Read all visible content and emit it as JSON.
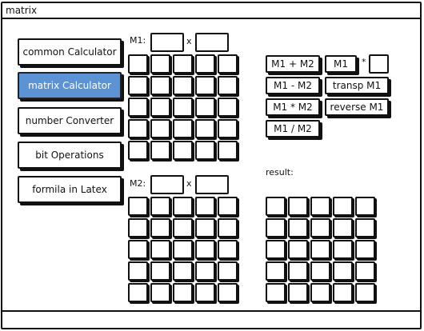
{
  "window": {
    "title": "matrix"
  },
  "nav": [
    {
      "label": "common Calculator",
      "active": false
    },
    {
      "label": "matrix Calculator",
      "active": true
    },
    {
      "label": "number Converter",
      "active": false
    },
    {
      "label": "bit Operations",
      "active": false
    },
    {
      "label": "formila in Latex",
      "active": false
    }
  ],
  "matrix1": {
    "label": "M1:",
    "times": "x",
    "rows_value": "",
    "cols_value": ""
  },
  "matrix2": {
    "label": "M2:",
    "times": "x",
    "rows_value": "",
    "cols_value": ""
  },
  "operations": {
    "add": "M1 + M2",
    "scalar_m1": "M1",
    "star": "*",
    "scalar_value": "",
    "subtract": "M1 - M2",
    "transpose": "transp M1",
    "multiply": "M1 * M2",
    "reverse": "reverse M1",
    "divide": "M1 / M2"
  },
  "result": {
    "label": "result:"
  },
  "colors": {
    "active_nav": "#5b93d5",
    "border": "#111111"
  }
}
